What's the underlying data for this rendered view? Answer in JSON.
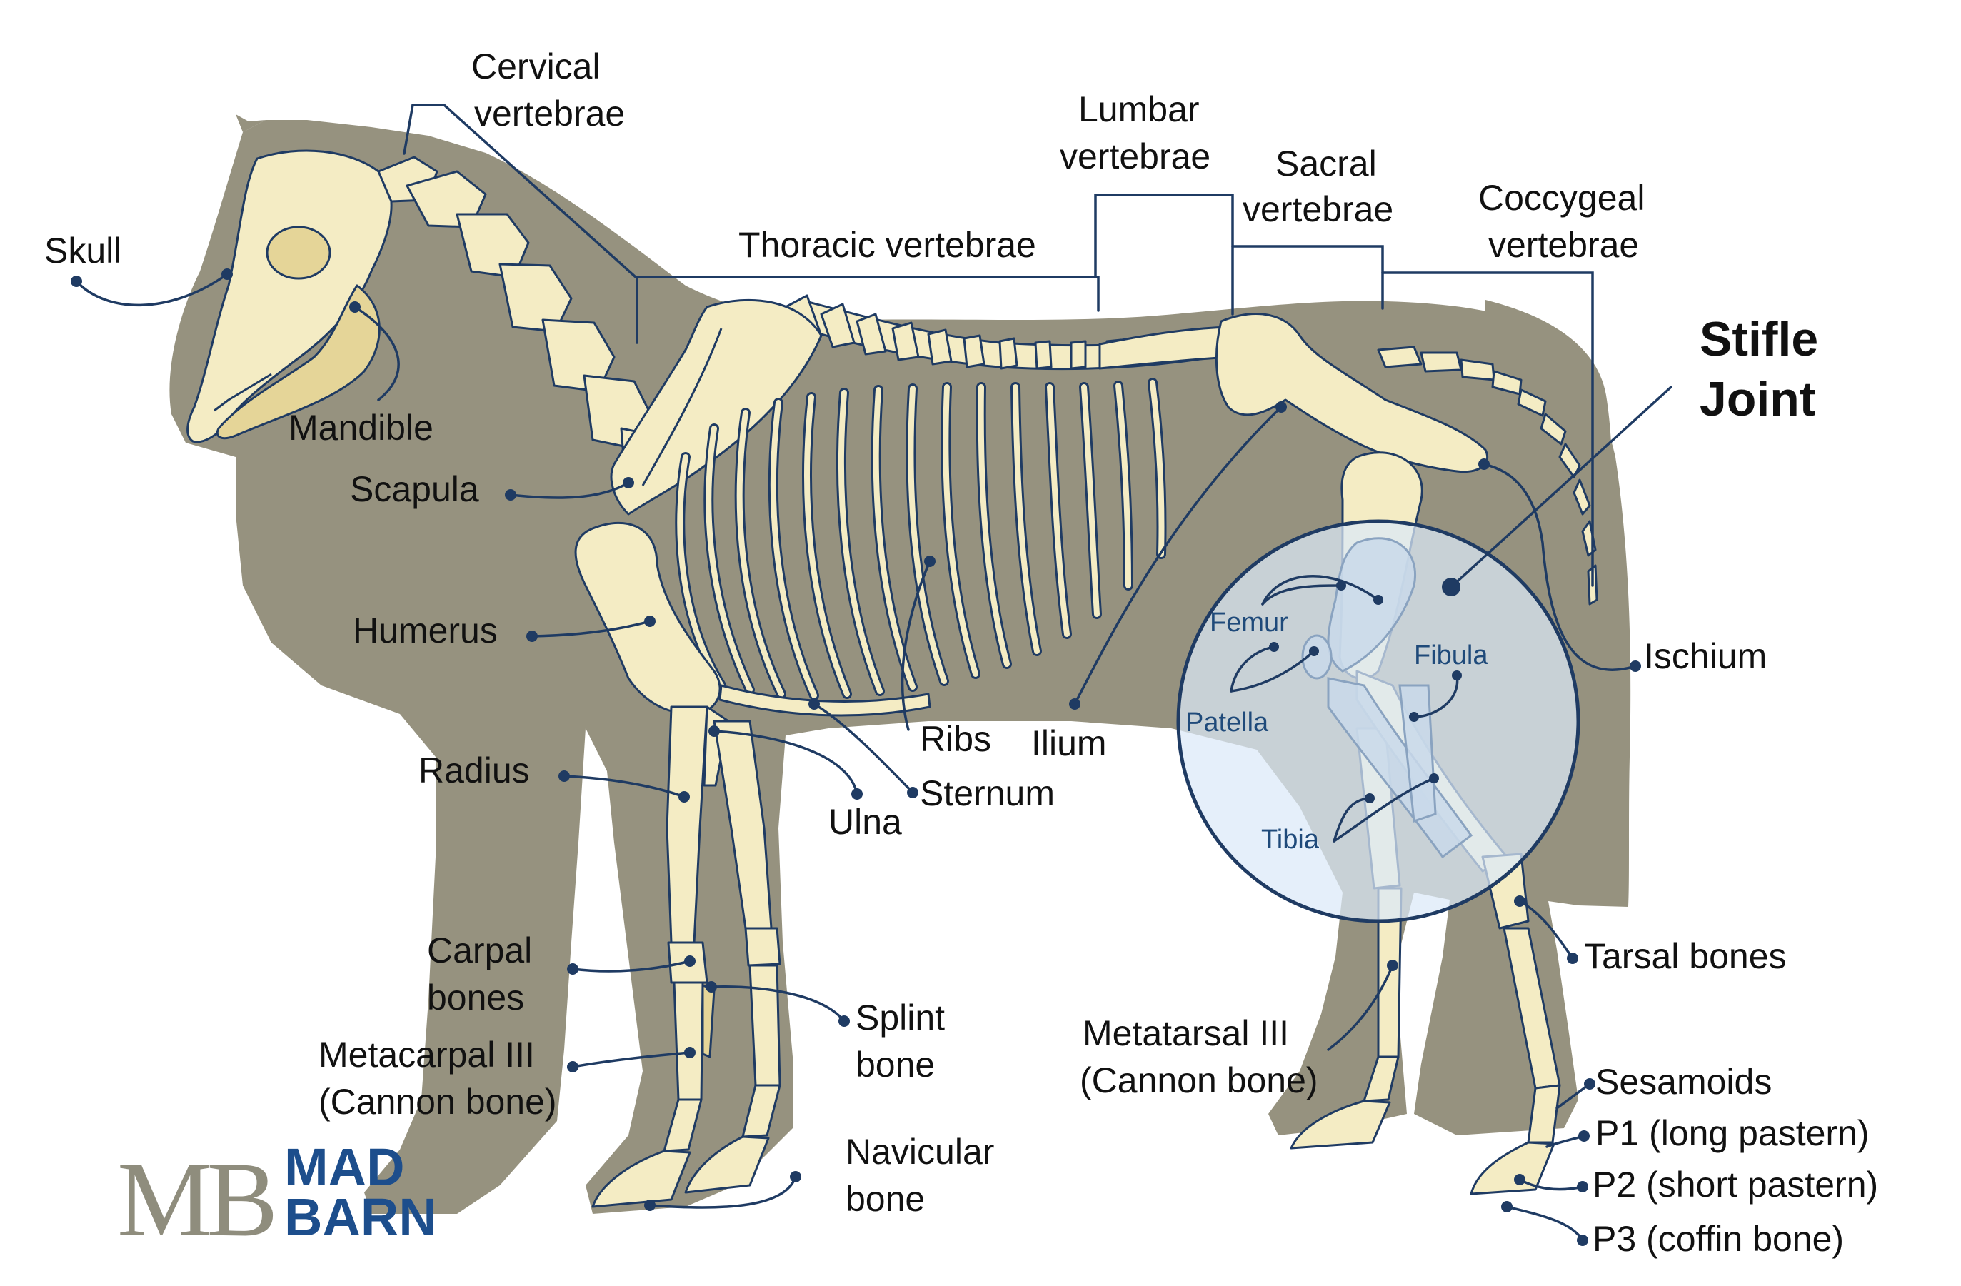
{
  "colors": {
    "silhouette": "#96927f",
    "bone": "#f4ecc4",
    "bone_shade": "#e5d598",
    "outline": "#1f3b63",
    "leader": "#1f3b63",
    "inset_fill": "#dbe9f8",
    "inset_label": "#1f4a7a",
    "logo_gray": "#8f8d7d",
    "logo_blue": "#1d4e8c"
  },
  "labels": {
    "skull": "Skull",
    "mandible": "Mandible",
    "cervical_line1": "Cervical",
    "cervical_line2": "vertebrae",
    "thoracic": "Thoracic vertebrae",
    "lumbar_line1": "Lumbar",
    "lumbar_line2": "vertebrae",
    "sacral_line1": "Sacral",
    "sacral_line2": "vertebrae",
    "coccygeal_line1": "Coccygeal",
    "coccygeal_line2": "vertebrae",
    "scapula": "Scapula",
    "humerus": "Humerus",
    "radius": "Radius",
    "ulna": "Ulna",
    "ribs": "Ribs",
    "sternum": "Sternum",
    "ilium": "Ilium",
    "ischium": "Ischium",
    "carpal_line1": "Carpal",
    "carpal_line2": "bones",
    "metacarpal_line1": "Metacarpal III",
    "metacarpal_line2": "(Cannon bone)",
    "splint_line1": "Splint",
    "splint_line2": "bone",
    "navicular_line1": "Navicular",
    "navicular_line2": "bone",
    "metatarsal_line1": "Metatarsal III",
    "metatarsal_line2": "(Cannon bone)",
    "tarsal": "Tarsal bones",
    "sesamoids": "Sesamoids",
    "p1": "P1 (long pastern)",
    "p2": "P2 (short pastern)",
    "p3": "P3 (coffin bone)"
  },
  "stifle": {
    "title_line1": "Stifle",
    "title_line2": "Joint",
    "femur": "Femur",
    "patella": "Patella",
    "fibula": "Fibula",
    "tibia": "Tibia"
  },
  "logo": {
    "monogram": "MB",
    "word1": "MAD",
    "word2": "BARN"
  }
}
